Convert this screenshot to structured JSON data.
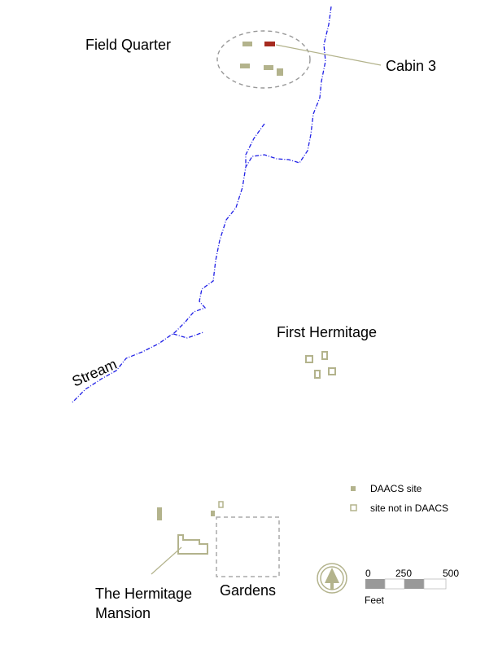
{
  "labels": {
    "field_quarter": "Field Quarter",
    "cabin3": "Cabin 3",
    "first_hermitage": "First Hermitage",
    "stream": "Stream",
    "mansion_line1": "The Hermitage",
    "mansion_line2": "Mansion",
    "gardens": "Gardens"
  },
  "legend": {
    "daacs_site": "DAACS site",
    "not_daacs": "site not in DAACS"
  },
  "scale_bar": {
    "ticks": [
      "0",
      "250",
      "500"
    ],
    "unit": "Feet"
  },
  "colors": {
    "site": "#b3b38c",
    "highlight": "#a62a1f",
    "stream": "#1f1fe6",
    "boundary": "#999999"
  }
}
